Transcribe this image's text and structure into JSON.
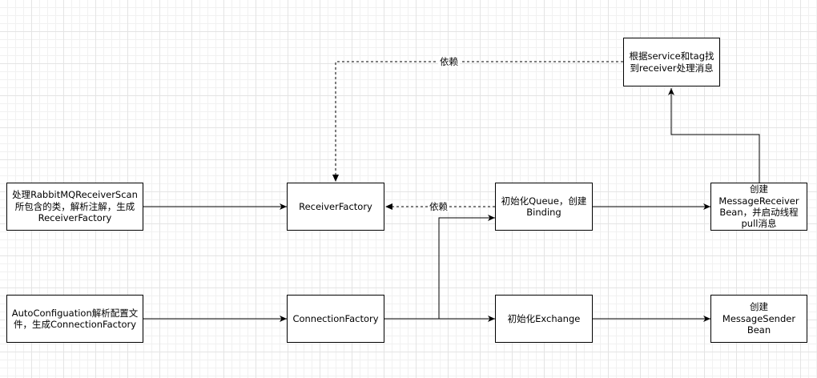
{
  "nodes": {
    "scan": "处理RabbitMQReceiverScan所包含的类，解析注解，生成ReceiverFactory",
    "receiver_factory": "ReceiverFactory",
    "init_queue": "初始化Queue，创建Binding",
    "create_receiver": "创建MessageReceiver Bean，并启动线程pull消息",
    "find_receiver": "根据service和tag找到receiver处理消息",
    "autoconfig": "AutoConfiguation解析配置文件，生成ConnectionFactory",
    "connection_factory": "ConnectionFactory",
    "init_exchange": "初始化Exchange",
    "create_sender": "创建MessageSender Bean"
  },
  "labels": {
    "depends_top": "依赖",
    "depends_mid": "依赖"
  }
}
